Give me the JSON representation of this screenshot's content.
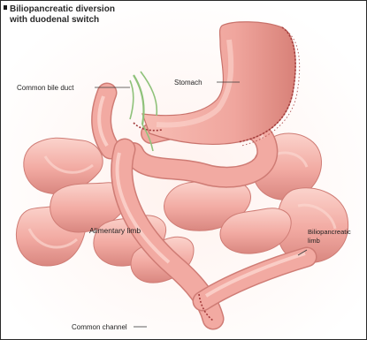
{
  "figure": {
    "title_line1": "Biliopancreatic diversion",
    "title_line2": "with duodenal switch"
  },
  "labels": {
    "common_bile_duct": "Common bile duct",
    "stomach": "Stomach",
    "alimentary_limb": "Alimentary limb",
    "biliopancreatic_limb_line1": "Biliopancreatic",
    "biliopancreatic_limb_line2": "limb",
    "common_channel": "Common channel"
  },
  "colors": {
    "tissue": "#f2aaa2",
    "tissue_shadow": "#d77f78",
    "tissue_highlight": "#fbd6cf",
    "staple_line": "#a23a3a",
    "bile_duct": "#8fc27a",
    "leader_line": "#3a3a3a"
  }
}
